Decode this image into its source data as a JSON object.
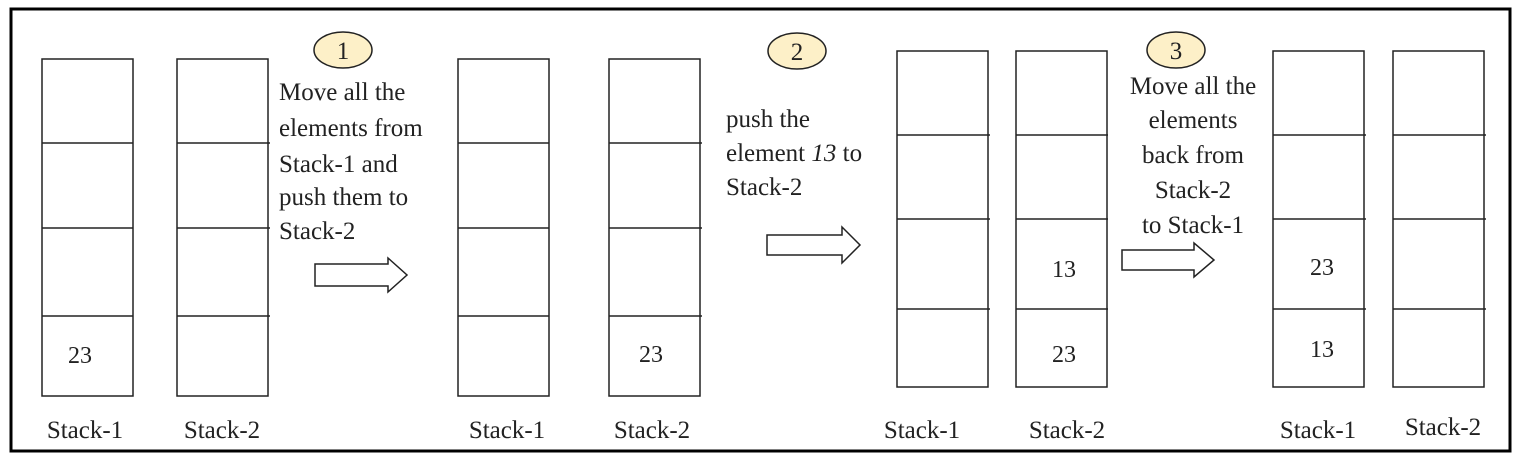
{
  "steps": [
    {
      "number": "1",
      "text_lines": [
        "Move all the",
        "elements from",
        "Stack-1 and",
        "push them to",
        "Stack-2"
      ]
    },
    {
      "number": "2",
      "text_lines": [
        "push the",
        "element 13 to",
        "Stack-2"
      ],
      "italic_word": "13"
    },
    {
      "number": "3",
      "text_lines": [
        "Move all the",
        "elements",
        "back from",
        "Stack-2",
        "to Stack-1"
      ]
    }
  ],
  "stages": [
    {
      "stack1": {
        "label": "Stack-1",
        "cells": [
          "",
          "",
          "",
          "23"
        ]
      },
      "stack2": {
        "label": "Stack-2",
        "cells": [
          "",
          "",
          "",
          ""
        ]
      }
    },
    {
      "stack1": {
        "label": "Stack-1",
        "cells": [
          "",
          "",
          "",
          ""
        ]
      },
      "stack2": {
        "label": "Stack-2",
        "cells": [
          "",
          "",
          "",
          "23"
        ]
      }
    },
    {
      "stack1": {
        "label": "Stack-1",
        "cells": [
          "",
          "",
          "",
          ""
        ]
      },
      "stack2": {
        "label": "Stack-2",
        "cells": [
          "",
          "",
          "13",
          "23"
        ]
      }
    },
    {
      "stack1": {
        "label": "Stack-1",
        "cells": [
          "",
          "",
          "23",
          "13"
        ]
      },
      "stack2": {
        "label": "Stack-2",
        "cells": [
          "",
          "",
          "",
          ""
        ]
      }
    }
  ],
  "colors": {
    "border": "#000000",
    "circle_fill": "#fdf0c8",
    "text": "#222222"
  }
}
